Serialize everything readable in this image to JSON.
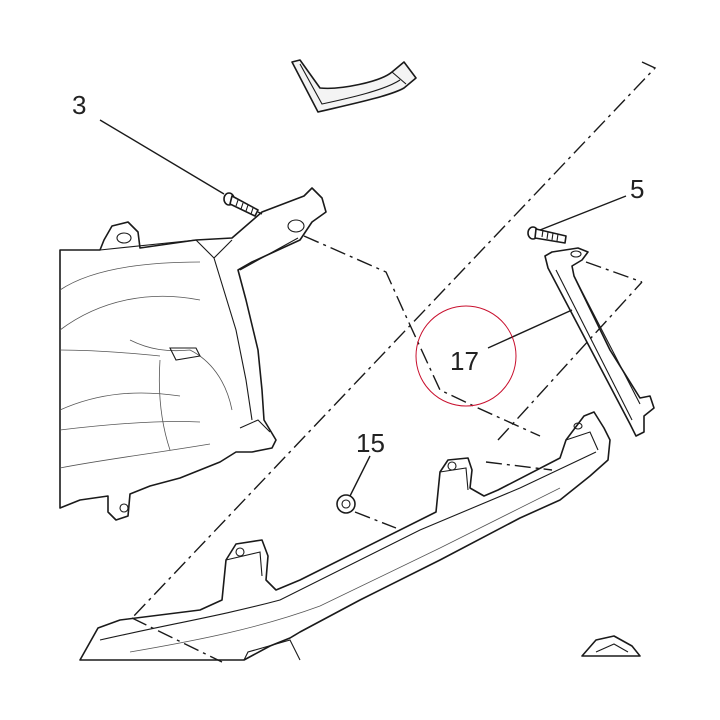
{
  "callouts": {
    "c3": "3",
    "c5": "5",
    "c15": "15",
    "c17": "17"
  },
  "highlight_color": "#c8102e",
  "line_color": "#1a1a1a"
}
